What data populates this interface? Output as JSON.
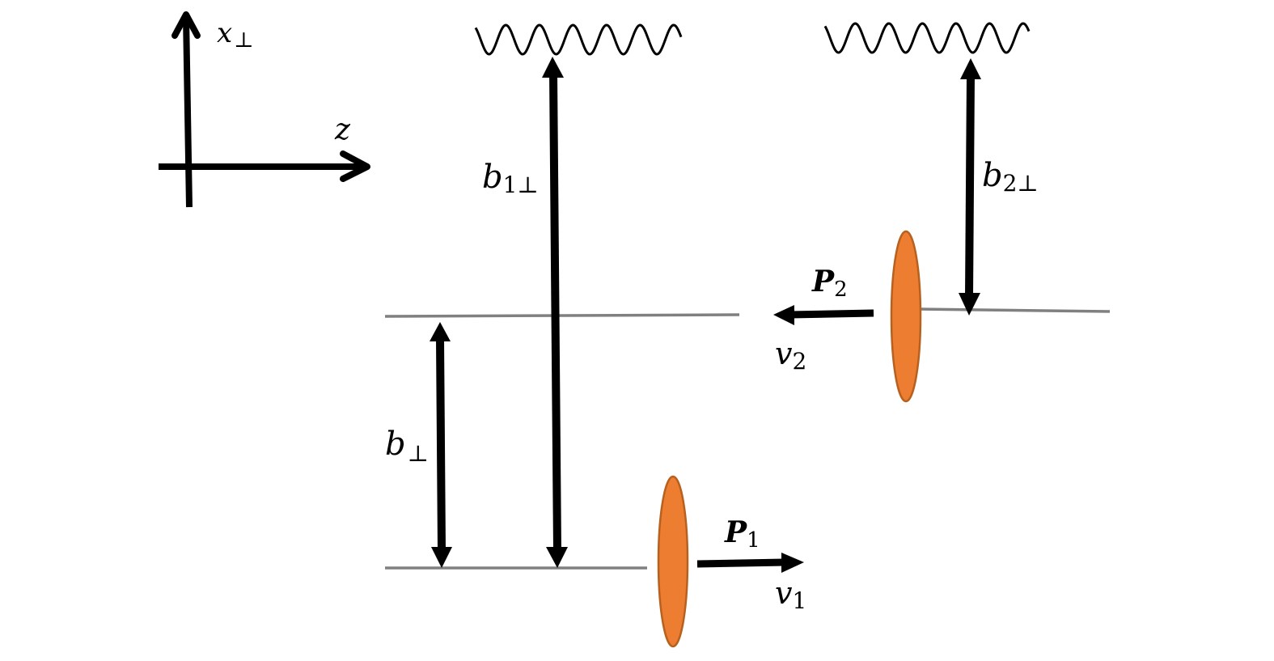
{
  "diagram": {
    "title": "Ultraperipheral collision geometry",
    "axes": {
      "vertical_label": "x",
      "vertical_label_sub": "⊥",
      "horizontal_label": "z"
    },
    "labels": {
      "b1perp": {
        "main": "b",
        "sub": "1⊥"
      },
      "b2perp": {
        "main": "b",
        "sub": "2⊥"
      },
      "bperp": {
        "main": "b",
        "sub": "⊥"
      },
      "P1": {
        "main": "P",
        "sub": "1"
      },
      "P2": {
        "main": "P",
        "sub": "2"
      },
      "v1": {
        "main": "v",
        "sub": "1"
      },
      "v2": {
        "main": "v",
        "sub": "2"
      }
    },
    "colors": {
      "nucleus_fill": "#ED7D31",
      "nucleus_stroke": "#B8611F",
      "beam_line": "#808080",
      "arrow": "#000000",
      "photon": "#000000"
    },
    "nuclei": [
      {
        "name": "nucleus-1",
        "direction": "right"
      },
      {
        "name": "nucleus-2",
        "direction": "left"
      }
    ]
  }
}
